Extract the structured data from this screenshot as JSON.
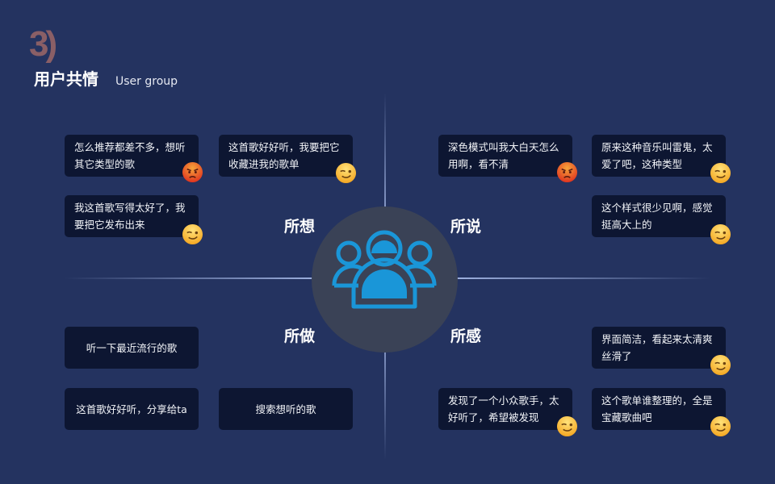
{
  "header": {
    "number": "3)",
    "title": "用户共情",
    "subtitle": "User group"
  },
  "quadrants": {
    "think": "所想",
    "say": "所说",
    "do": "所做",
    "feel": "所感"
  },
  "cards": [
    {
      "text": "怎么推荐都差不多，想听其它类型的歌",
      "emoji": "angry-face"
    },
    {
      "text": "这首歌好好听，我要把它收藏进我的歌单",
      "emoji": "winking-face"
    },
    {
      "text": "我这首歌写得太好了，我要把它发布出来",
      "emoji": "winking-face"
    },
    {
      "text": "深色模式叫我大白天怎么用啊，看不清",
      "emoji": "angry-face"
    },
    {
      "text": "原来这种音乐叫雷鬼，太爱了吧，这种类型",
      "emoji": "winking-face"
    },
    {
      "text": "这个样式很少见啊，感觉挺高大上的",
      "emoji": "winking-face"
    },
    {
      "text": "听一下最近流行的歌"
    },
    {
      "text": "这首歌好好听，分享给ta"
    },
    {
      "text": "搜索想听的歌"
    },
    {
      "text": "界面简洁，看起来太清爽丝滑了",
      "emoji": "winking-face"
    },
    {
      "text": "发现了一个小众歌手，太好听了，希望被发现",
      "emoji": "winking-face"
    },
    {
      "text": "这个歌单谁整理的，全是宝藏歌曲吧",
      "emoji": "winking-face"
    }
  ],
  "colors": {
    "background": "#243360",
    "card": "#0d1632",
    "icon": "#1a96d8",
    "accent_number": "#8a5f66"
  }
}
